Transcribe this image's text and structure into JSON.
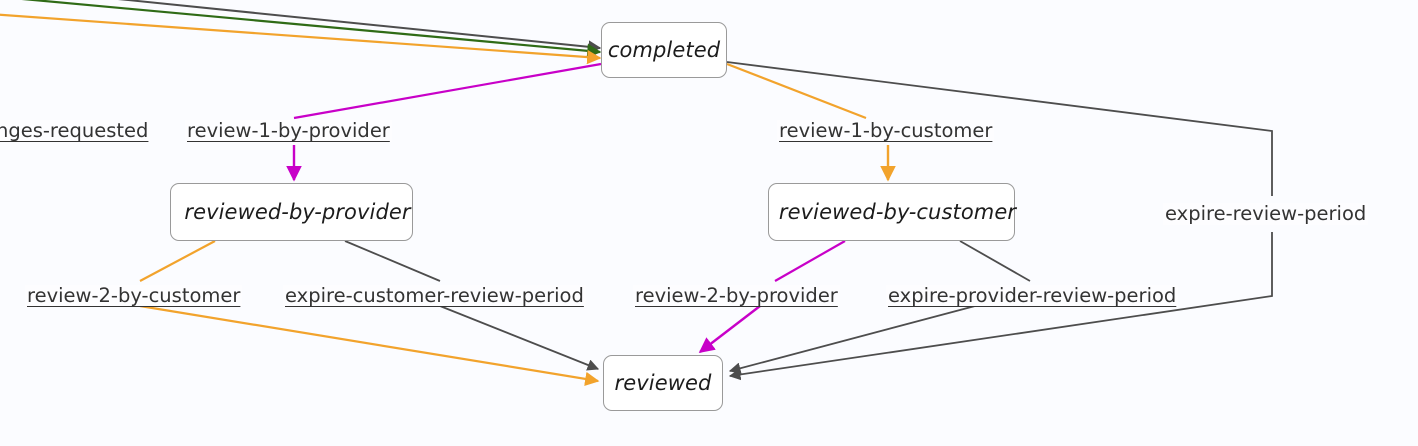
{
  "diagram": {
    "type": "state-machine-diagram",
    "background_color": "#fbfcff",
    "node_fill": "#ffffff",
    "node_border_color": "#9a9a9a",
    "colors": {
      "gray": "#4d4d4d",
      "orange": "#f2a32c",
      "magenta": "#c800c8",
      "green": "#2f6b16"
    },
    "nodes": [
      {
        "id": "completed",
        "label": "completed"
      },
      {
        "id": "reviewed-by-provider",
        "label": "reviewed-by-provider"
      },
      {
        "id": "reviewed-by-customer",
        "label": "reviewed-by-customer"
      },
      {
        "id": "reviewed",
        "label": "reviewed"
      }
    ],
    "edge_labels": [
      {
        "id": "changes-requested",
        "text": "nges-requested",
        "underlined": true,
        "clipped": true
      },
      {
        "id": "review-1-by-provider",
        "text": "review-1-by-provider",
        "underlined": true,
        "clipped": false
      },
      {
        "id": "review-1-by-customer",
        "text": "review-1-by-customer",
        "underlined": true,
        "clipped": false
      },
      {
        "id": "expire-review-period",
        "text": "expire-review-period",
        "underlined": false,
        "clipped": false
      },
      {
        "id": "review-2-by-customer",
        "text": "review-2-by-customer",
        "underlined": true,
        "clipped": false
      },
      {
        "id": "expire-customer-review-period",
        "text": "expire-customer-review-period",
        "underlined": true,
        "clipped": false
      },
      {
        "id": "review-2-by-provider",
        "text": "review-2-by-provider",
        "underlined": true,
        "clipped": false
      },
      {
        "id": "expire-provider-review-period",
        "text": "expire-provider-review-period",
        "underlined": true,
        "clipped": false
      }
    ],
    "edges": [
      {
        "from": "offscreen",
        "to": "completed",
        "color": "gray"
      },
      {
        "from": "offscreen",
        "to": "completed",
        "color": "green"
      },
      {
        "from": "offscreen",
        "to": "completed",
        "color": "orange"
      },
      {
        "from": "completed",
        "to": "reviewed-by-provider",
        "color": "magenta",
        "label": "review-1-by-provider"
      },
      {
        "from": "completed",
        "to": "reviewed-by-customer",
        "color": "orange",
        "label": "review-1-by-customer"
      },
      {
        "from": "completed",
        "to": "reviewed",
        "color": "gray",
        "label": "expire-review-period"
      },
      {
        "from": "reviewed-by-provider",
        "to": "reviewed",
        "color": "orange",
        "label": "review-2-by-customer"
      },
      {
        "from": "reviewed-by-provider",
        "to": "reviewed",
        "color": "gray",
        "label": "expire-customer-review-period"
      },
      {
        "from": "reviewed-by-customer",
        "to": "reviewed",
        "color": "magenta",
        "label": "review-2-by-provider"
      },
      {
        "from": "reviewed-by-customer",
        "to": "reviewed",
        "color": "gray",
        "label": "expire-provider-review-period"
      }
    ]
  }
}
